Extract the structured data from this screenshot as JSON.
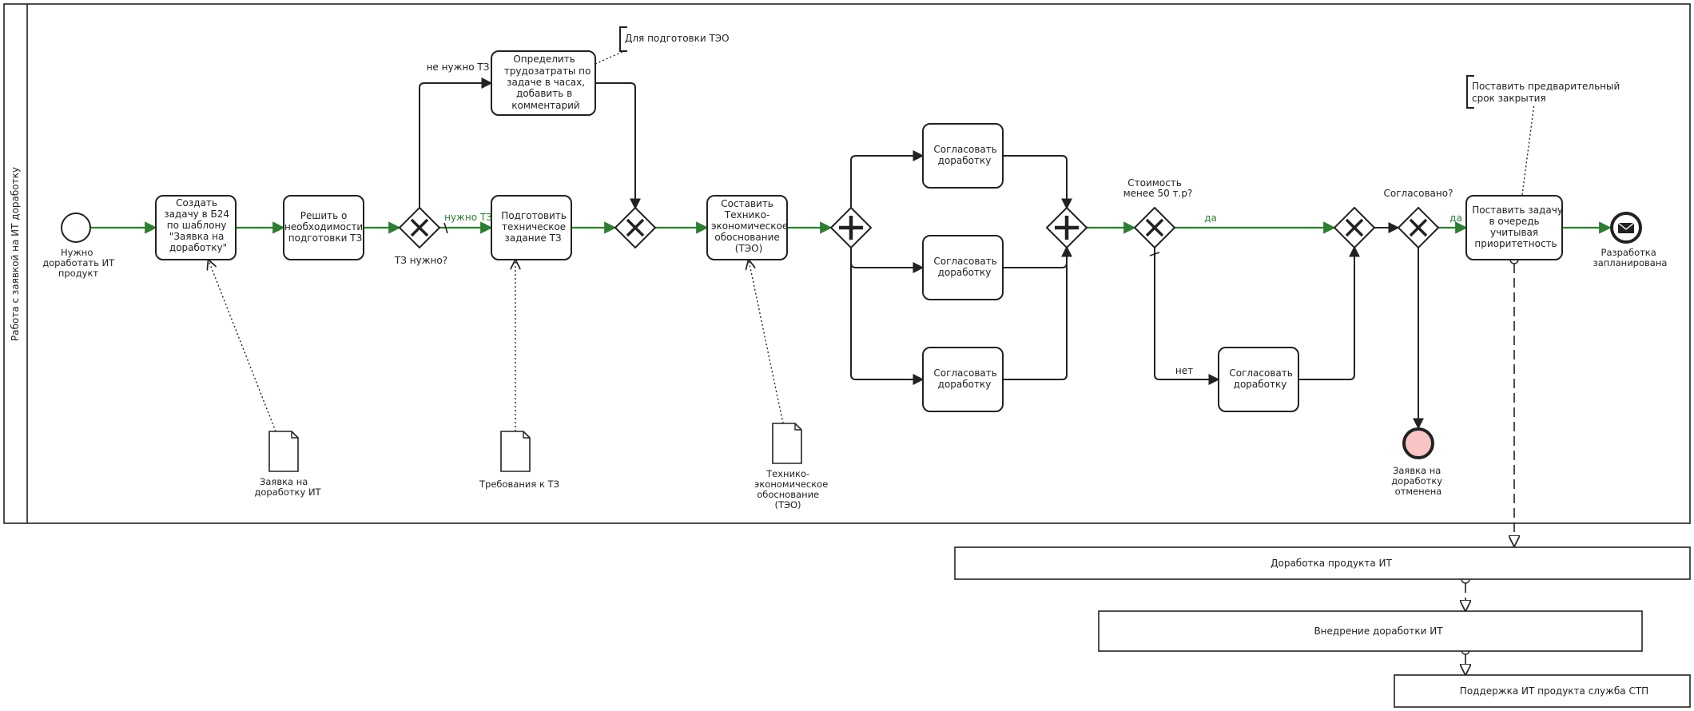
{
  "pool": {
    "lane_label": "Работа с заявкой на ИТ доработку"
  },
  "events": {
    "start": {
      "label": [
        "Нужно",
        "доработать ИТ",
        "продукт"
      ]
    },
    "end_message": {
      "label": [
        "Разработка",
        "запланирована"
      ]
    },
    "end_cancel": {
      "label": [
        "Заявка на",
        "доработку",
        "отменена"
      ]
    }
  },
  "tasks": {
    "create_task": [
      "Создать",
      "задачу в Б24",
      "по шаблону",
      "\"Заявка на",
      "доработку\""
    ],
    "decide_tz": [
      "Решить о",
      "необходимости",
      "подготовки ТЗ"
    ],
    "estimate": [
      "Определить",
      "трудозатраты по",
      "задаче в часах,",
      "добавить в",
      "комментарий"
    ],
    "prepare_tz": [
      "Подготовить",
      "техническое",
      "задание ТЗ"
    ],
    "teo": [
      "Составить",
      "Технико-",
      "экономическое",
      "обоснование",
      "(ТЭО)"
    ],
    "approve_1": [
      "Согласовать",
      "доработку"
    ],
    "approve_2": [
      "Согласовать",
      "доработку"
    ],
    "approve_3": [
      "Согласовать",
      "доработку"
    ],
    "approve_4": [
      "Согласовать",
      "доработку"
    ],
    "queue": [
      "Поставить задачу",
      "в очередь",
      "учитывая",
      "приоритетность"
    ]
  },
  "gateways": {
    "tz_needed": "ТЗ нужно?",
    "cost": [
      "Стоимость",
      "менее 50 т.р?"
    ],
    "agreed": "Согласовано?"
  },
  "flow_labels": {
    "no_tz": "не нужно ТЗ",
    "need_tz": "нужно ТЗ",
    "yes_1": "да",
    "no_1": "нет",
    "yes_2": "да"
  },
  "data_objects": {
    "request": [
      "Заявка на",
      "доработку ИТ"
    ],
    "requirements": [
      "Требования к ТЗ"
    ],
    "teo_doc": [
      "Технико-",
      "экономическое",
      "обоснование",
      "(ТЭО)"
    ]
  },
  "annotations": {
    "teo_note": [
      "Для подготовки ТЭО"
    ],
    "deadline_note": [
      "Поставить предварительный",
      "срок закрытия"
    ]
  },
  "collapsed_pools": {
    "dev": "Доработка продукта ИТ",
    "implement": "Внедрение доработки ИТ",
    "support": "Поддержка ИТ продукта служба СТП"
  },
  "colors": {
    "sequence_default": "#222222",
    "sequence_highlight": "#2e7d32",
    "cancel_end_fill": "#f8c4c4",
    "stroke": "#222222"
  }
}
